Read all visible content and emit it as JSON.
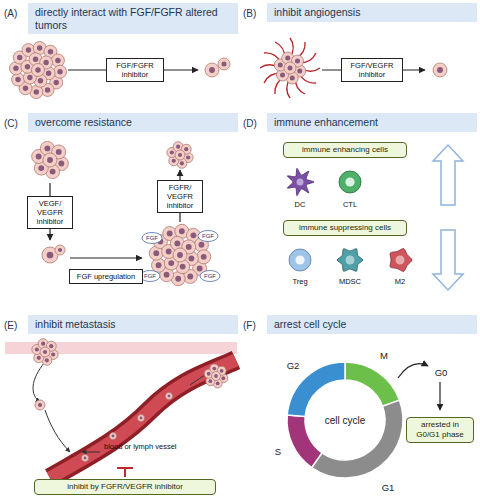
{
  "diagram": {
    "nodes": [
      {
        "text": [
          "directly interact with FGF/FGFR altered tumors"
        ]
      },
      {
        "text": [
          "FGF/FGFR inhibitor"
        ]
      },
      {
        "text": [
          "inhibit angiogensis"
        ]
      },
      {
        "text": [
          "FGF/VEGFR inhibitor"
        ]
      },
      {
        "text": [
          "overcome resistance"
        ]
      },
      {
        "text": [
          "VEGF/ VEGFR inhibitor"
        ]
      },
      {
        "text": [
          "FGF upregulation"
        ]
      },
      {
        "text": [
          "FGFR/ VEGFR inhibitor"
        ]
      },
      {
        "text": [
          "immune enhancement"
        ]
      },
      {
        "text": [
          "immune enhancing cells"
        ]
      },
      {
        "text": [
          "immune suppressing cells"
        ]
      },
      {
        "text": [
          "inhibit metastasis"
        ]
      },
      {
        "text": [
          "inhibit by FGFR/VEGFR inhibitor"
        ]
      },
      {
        "text": [
          "arrest cell cycle"
        ]
      },
      {
        "text": [
          "arrested in G0/G1 phase"
        ]
      }
    ],
    "labels": [
      "(A)",
      "(B)",
      "(C)",
      "(D)",
      "(E)",
      "(F)",
      "FGF",
      "FGF",
      "FGF",
      "FGF",
      "DC",
      "CTL",
      "Treg",
      "MDSC",
      "M2",
      "blood or lymph vessel",
      "M",
      "G2",
      "S",
      "G1",
      "G0",
      "cell cycle"
    ]
  }
}
